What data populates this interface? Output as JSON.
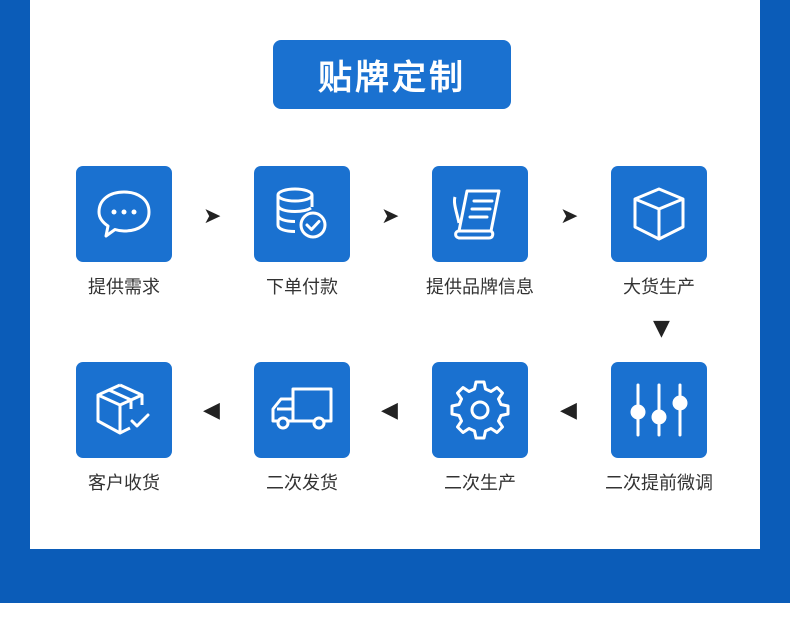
{
  "title": "贴牌定制",
  "colors": {
    "primary": "#1a71d0",
    "band": "#0b5cb8",
    "text": "#333333"
  },
  "steps": [
    {
      "label": "提供需求",
      "icon": "chat-bubble-icon"
    },
    {
      "label": "下单付款",
      "icon": "database-check-icon"
    },
    {
      "label": "提供品牌信息",
      "icon": "document-list-icon"
    },
    {
      "label": "大货生产",
      "icon": "cube-icon"
    },
    {
      "label": "二次提前微调",
      "icon": "sliders-icon"
    },
    {
      "label": "二次生产",
      "icon": "gear-icon"
    },
    {
      "label": "二次发货",
      "icon": "truck-icon"
    },
    {
      "label": "客户收货",
      "icon": "package-check-icon"
    }
  ],
  "arrows": {
    "right": "➤",
    "down": "▼",
    "left": "◀"
  }
}
